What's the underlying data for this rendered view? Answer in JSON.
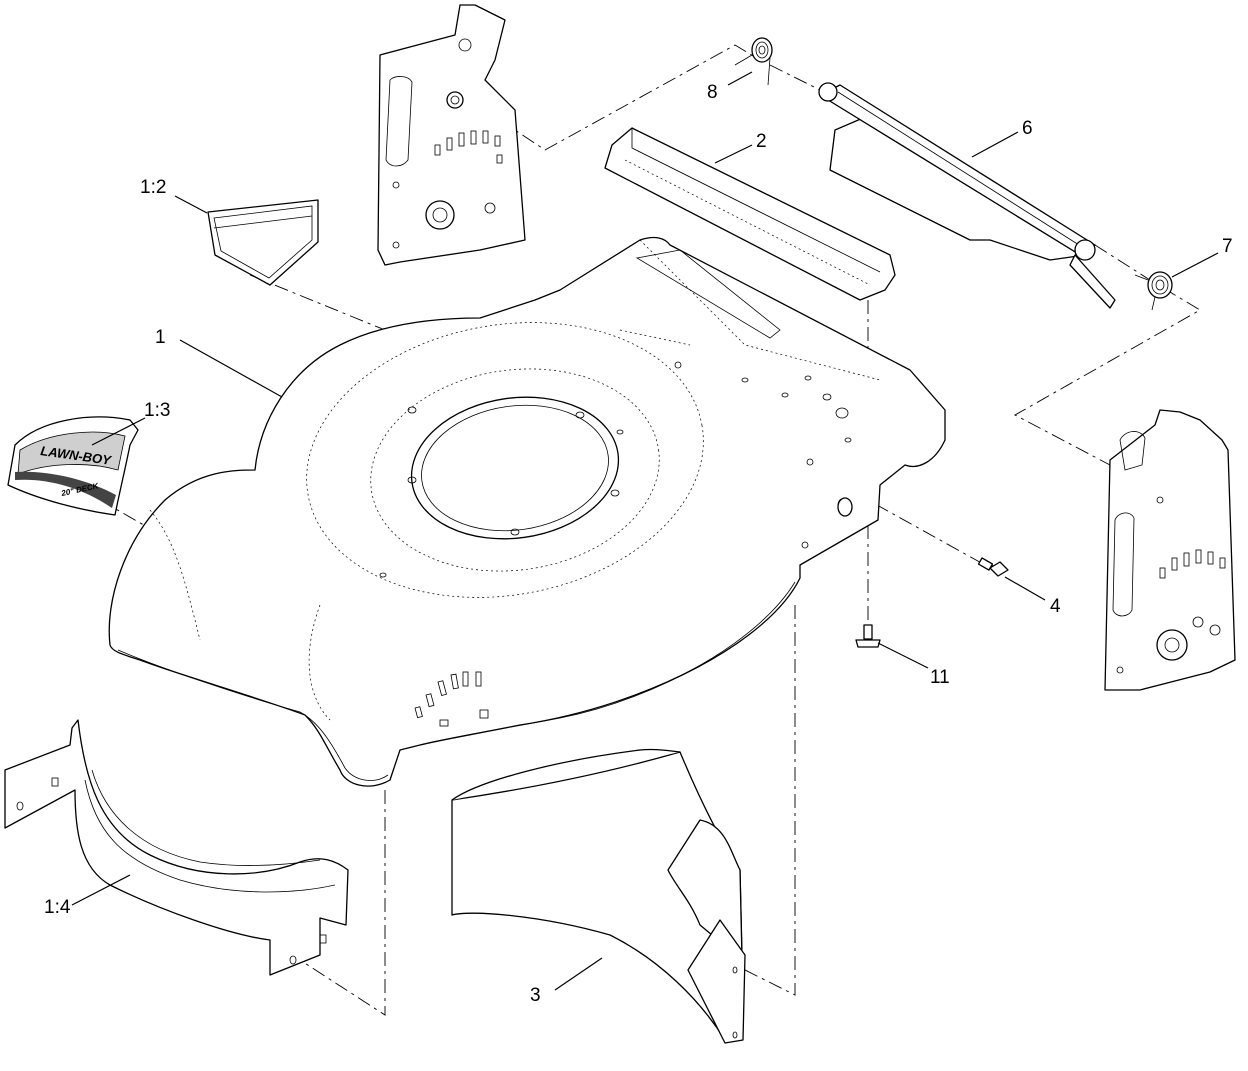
{
  "callouts": {
    "c1": "1",
    "c1_2": "1:2",
    "c1_3": "1:3",
    "c1_4": "1:4",
    "c2": "2",
    "c3": "3",
    "c4": "4",
    "c6": "6",
    "c7": "7",
    "c8": "8",
    "c11": "11"
  },
  "decal": {
    "brand": "LAWN-BOY",
    "size": "20\" DECK"
  }
}
